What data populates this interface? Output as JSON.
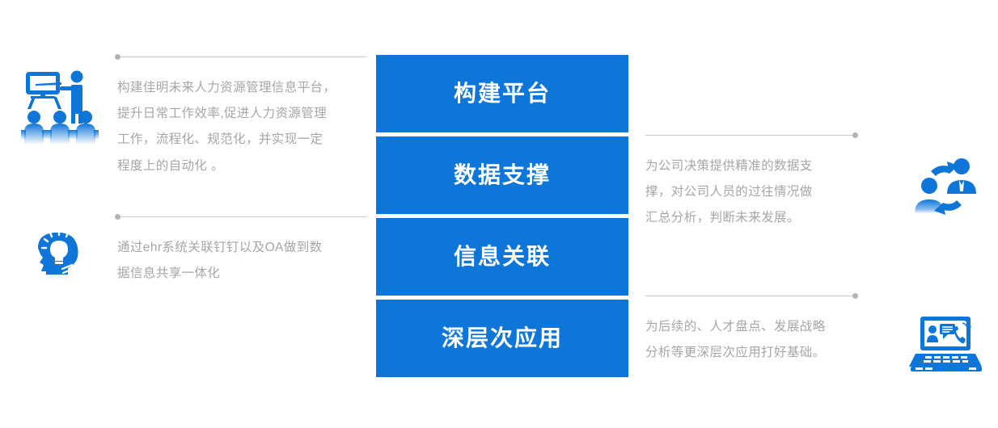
{
  "theme": {
    "accent_blue": "#0E76D9",
    "rule_gray": "#c9c9c9",
    "text_gray": "#a6a6a6",
    "bar_text": "#ffffff",
    "background": "#ffffff"
  },
  "center_bars": [
    {
      "label": "构建平台"
    },
    {
      "label": "数据支撑"
    },
    {
      "label": "信息关联"
    },
    {
      "label": "深层次应用"
    }
  ],
  "left_blocks": [
    {
      "icon": "presentation-audience-icon",
      "lines": [
        "构建佳明未来人力资源管理信息平台，",
        "提升日常工作效率,促进人力资源管理",
        "工作，流程化、规范化，并实现一定",
        "程度上的自动化 。"
      ]
    },
    {
      "icon": "head-lightbulb-idea-icon",
      "lines": [
        "通过ehr系统关联钉钉以及OA做到数",
        "据信息共享一体化"
      ]
    }
  ],
  "right_blocks": [
    {
      "icon": "people-exchange-icon",
      "lines": [
        "为公司决策提供精准的数据支",
        "撑，对公司人员的过往情况做",
        "汇总分析，判断未来发展。"
      ]
    },
    {
      "icon": "laptop-communication-icon",
      "lines": [
        "为后续的、人才盘点、发展战略",
        "分析等更深层次应用打好基础。"
      ]
    }
  ]
}
